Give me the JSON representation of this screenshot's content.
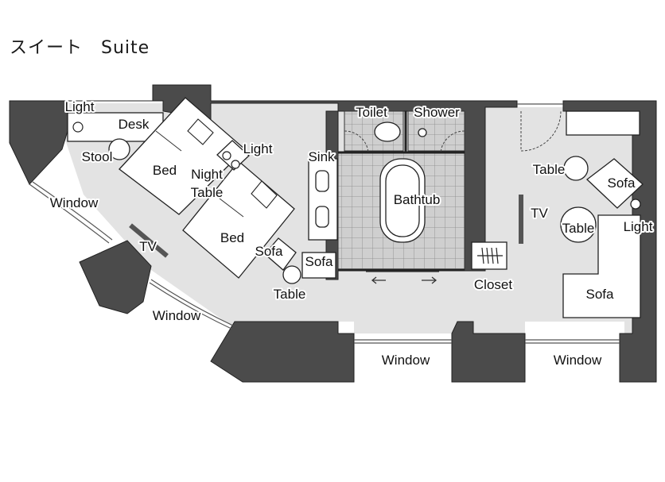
{
  "title": "スイート　Suite",
  "labels": {
    "light_top": "Light",
    "desk": "Desk",
    "stool": "Stool",
    "bed_1": "Bed",
    "bed_2": "Bed",
    "light_mid": "Light",
    "night": "Night",
    "night_table": "Table",
    "window_left": "Window",
    "tv_left": "TV",
    "window_bottom_left": "Window",
    "sofa_small_1": "Sofa",
    "sofa_small_2": "Sofa",
    "table_mid": "Table",
    "sink": "Sink",
    "toilet": "Toilet",
    "shower": "Shower",
    "bathtub": "Bathtub",
    "closet": "Closet",
    "window_bottom_mid": "Window",
    "window_bottom_right": "Window",
    "tv_right": "TV",
    "table_r1": "Table",
    "table_r2": "Table",
    "sofa_r1": "Sofa",
    "sofa_r2": "Sofa",
    "light_right": "Light"
  }
}
